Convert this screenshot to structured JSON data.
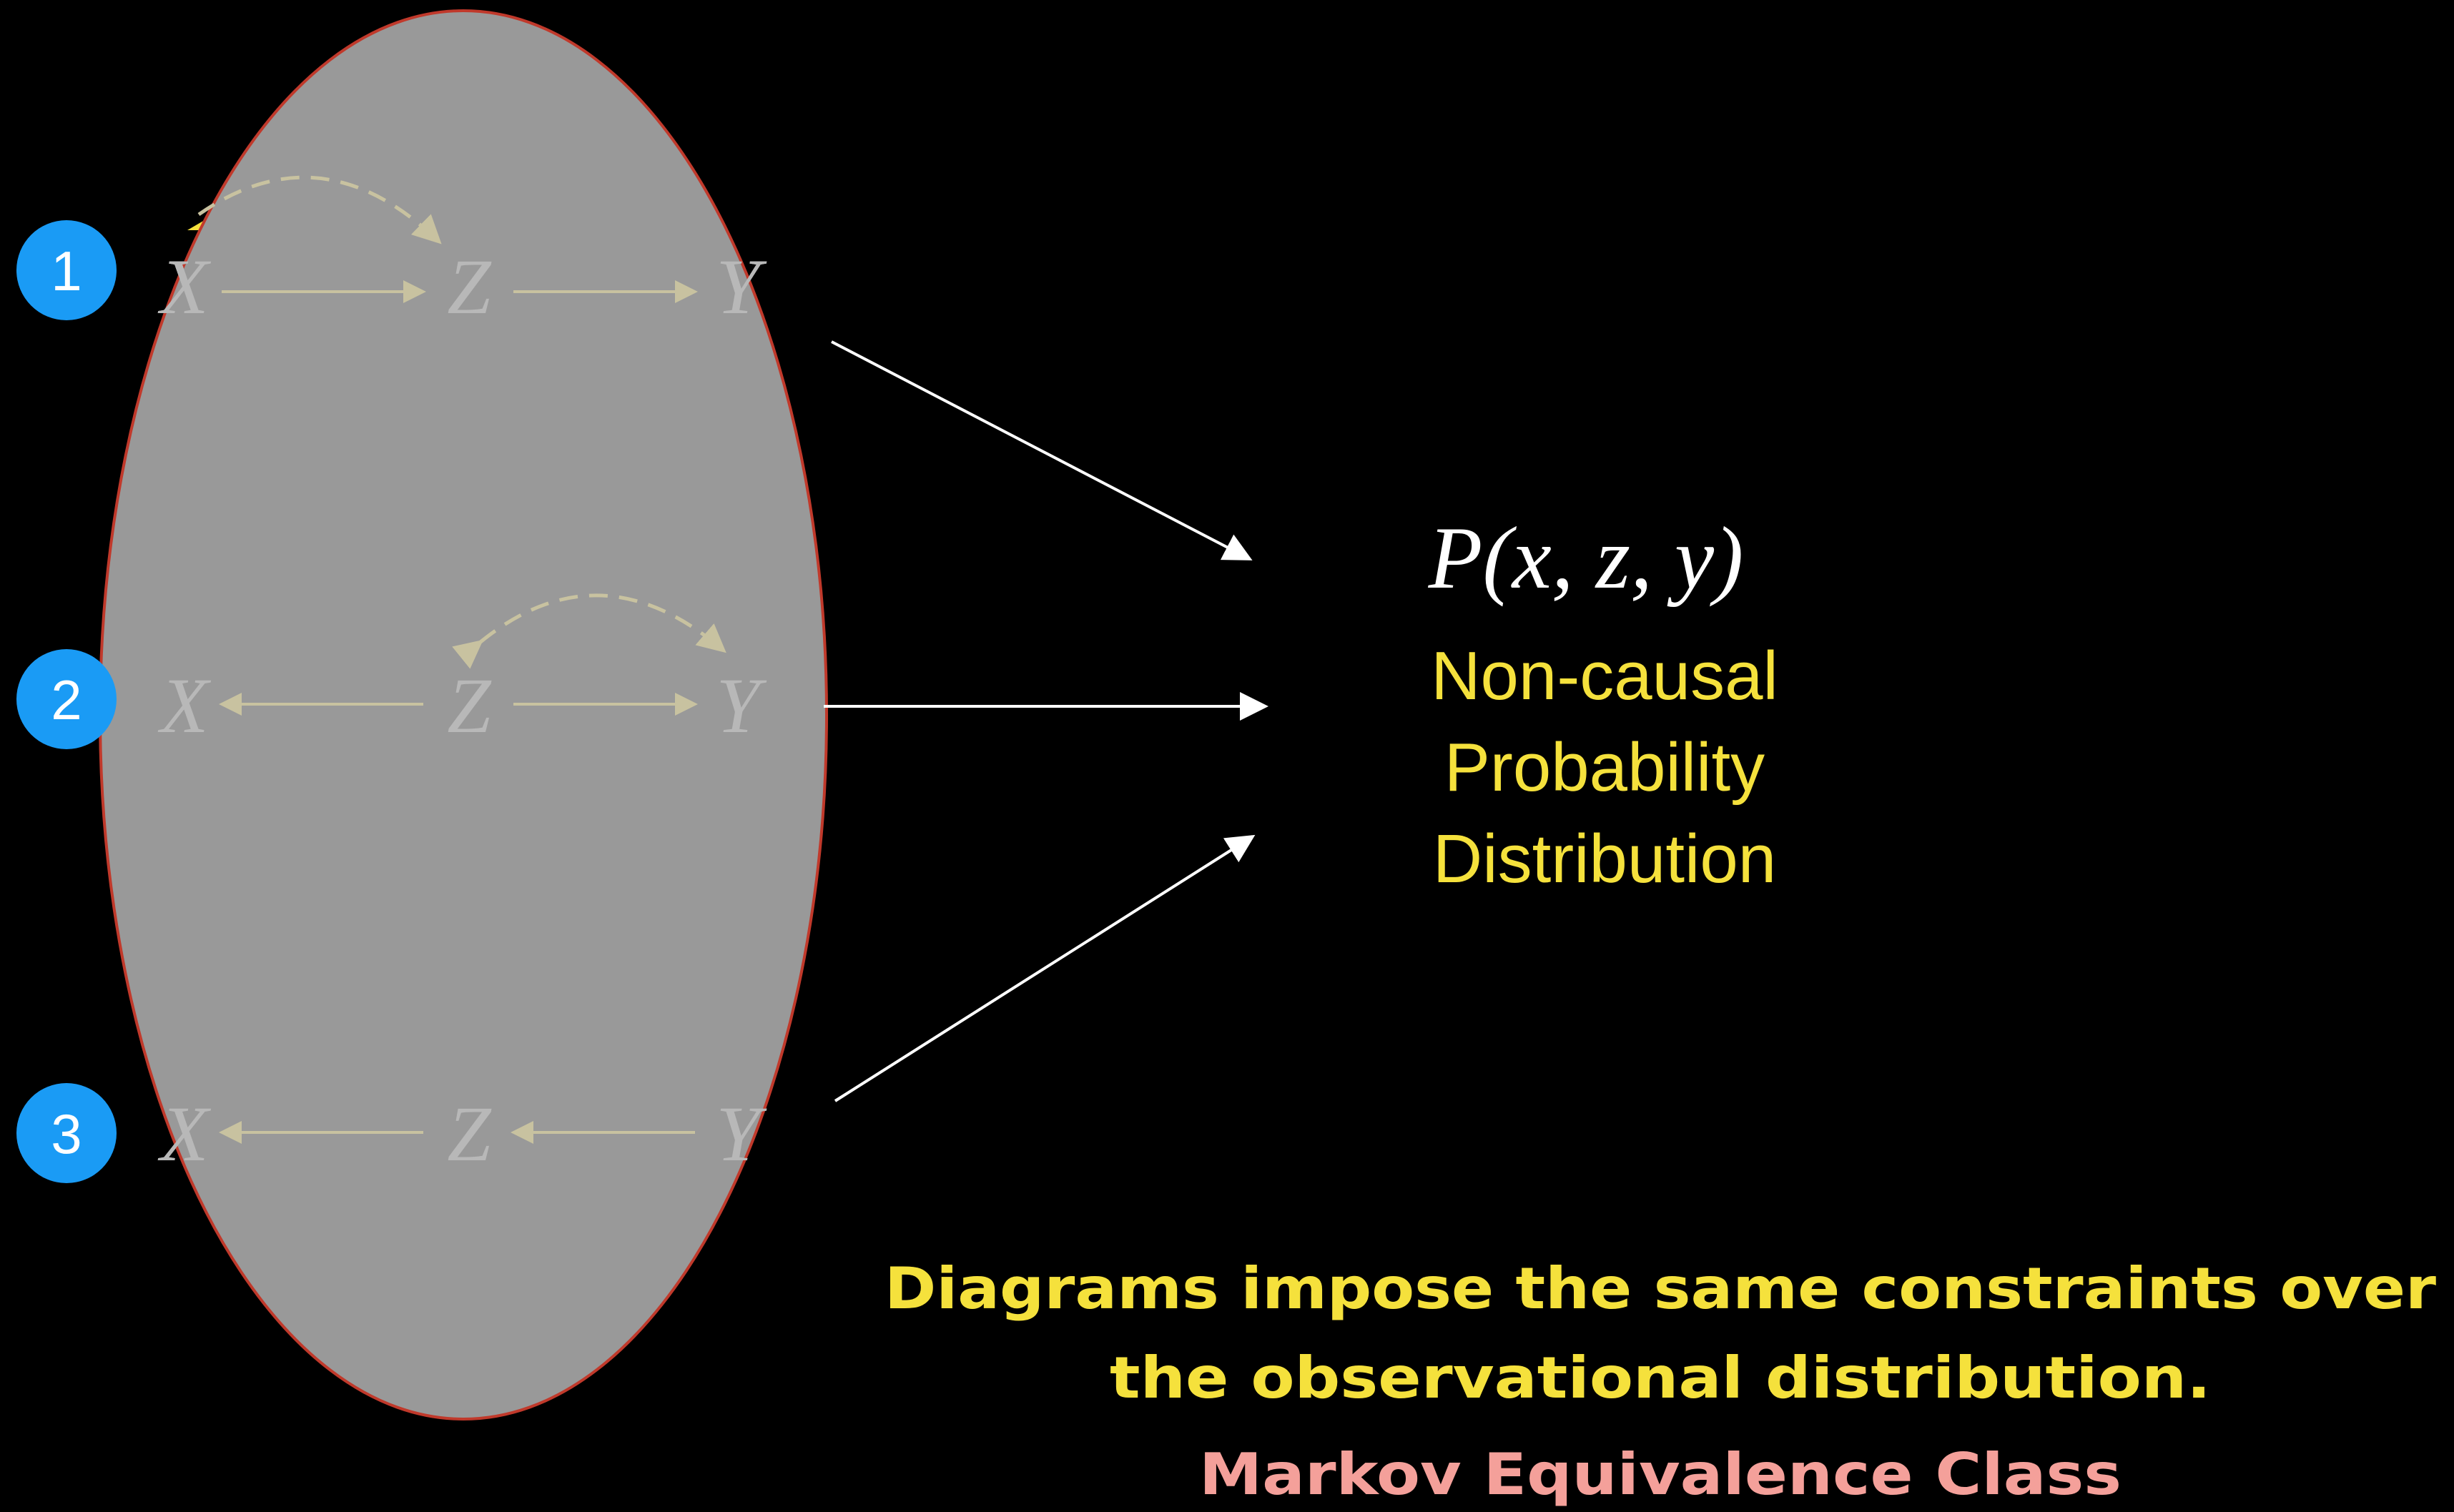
{
  "diagrams": [
    {
      "badge": "1",
      "nodes": [
        "X",
        "Z",
        "Y"
      ],
      "arrows": "X→Z→Y",
      "bidirected": "X↔Z"
    },
    {
      "badge": "2",
      "nodes": [
        "X",
        "Z",
        "Y"
      ],
      "arrows": "X←Z→Y",
      "bidirected": "Z↔Y"
    },
    {
      "badge": "3",
      "nodes": [
        "X",
        "Z",
        "Y"
      ],
      "arrows": "X←Z←Y",
      "bidirected": ""
    }
  ],
  "distribution": {
    "formula": "P(x, z, y)",
    "line1": "Non-causal",
    "line2": "Probability",
    "line3": "Distribution"
  },
  "caption": {
    "line1": "Diagrams impose the same constraints over",
    "line2": "the observational distribution.",
    "line3": "Markov Equivalence Class"
  },
  "colors": {
    "background": "#000000",
    "ellipse_fill": "#999999",
    "ellipse_stroke": "#c0392b",
    "badge": "#1a9bf5",
    "yellow_text": "#f5e13c",
    "pink_text": "#f4a09a",
    "faded_node": "#b8b8b8",
    "faded_edge": "#c8c2a0"
  }
}
